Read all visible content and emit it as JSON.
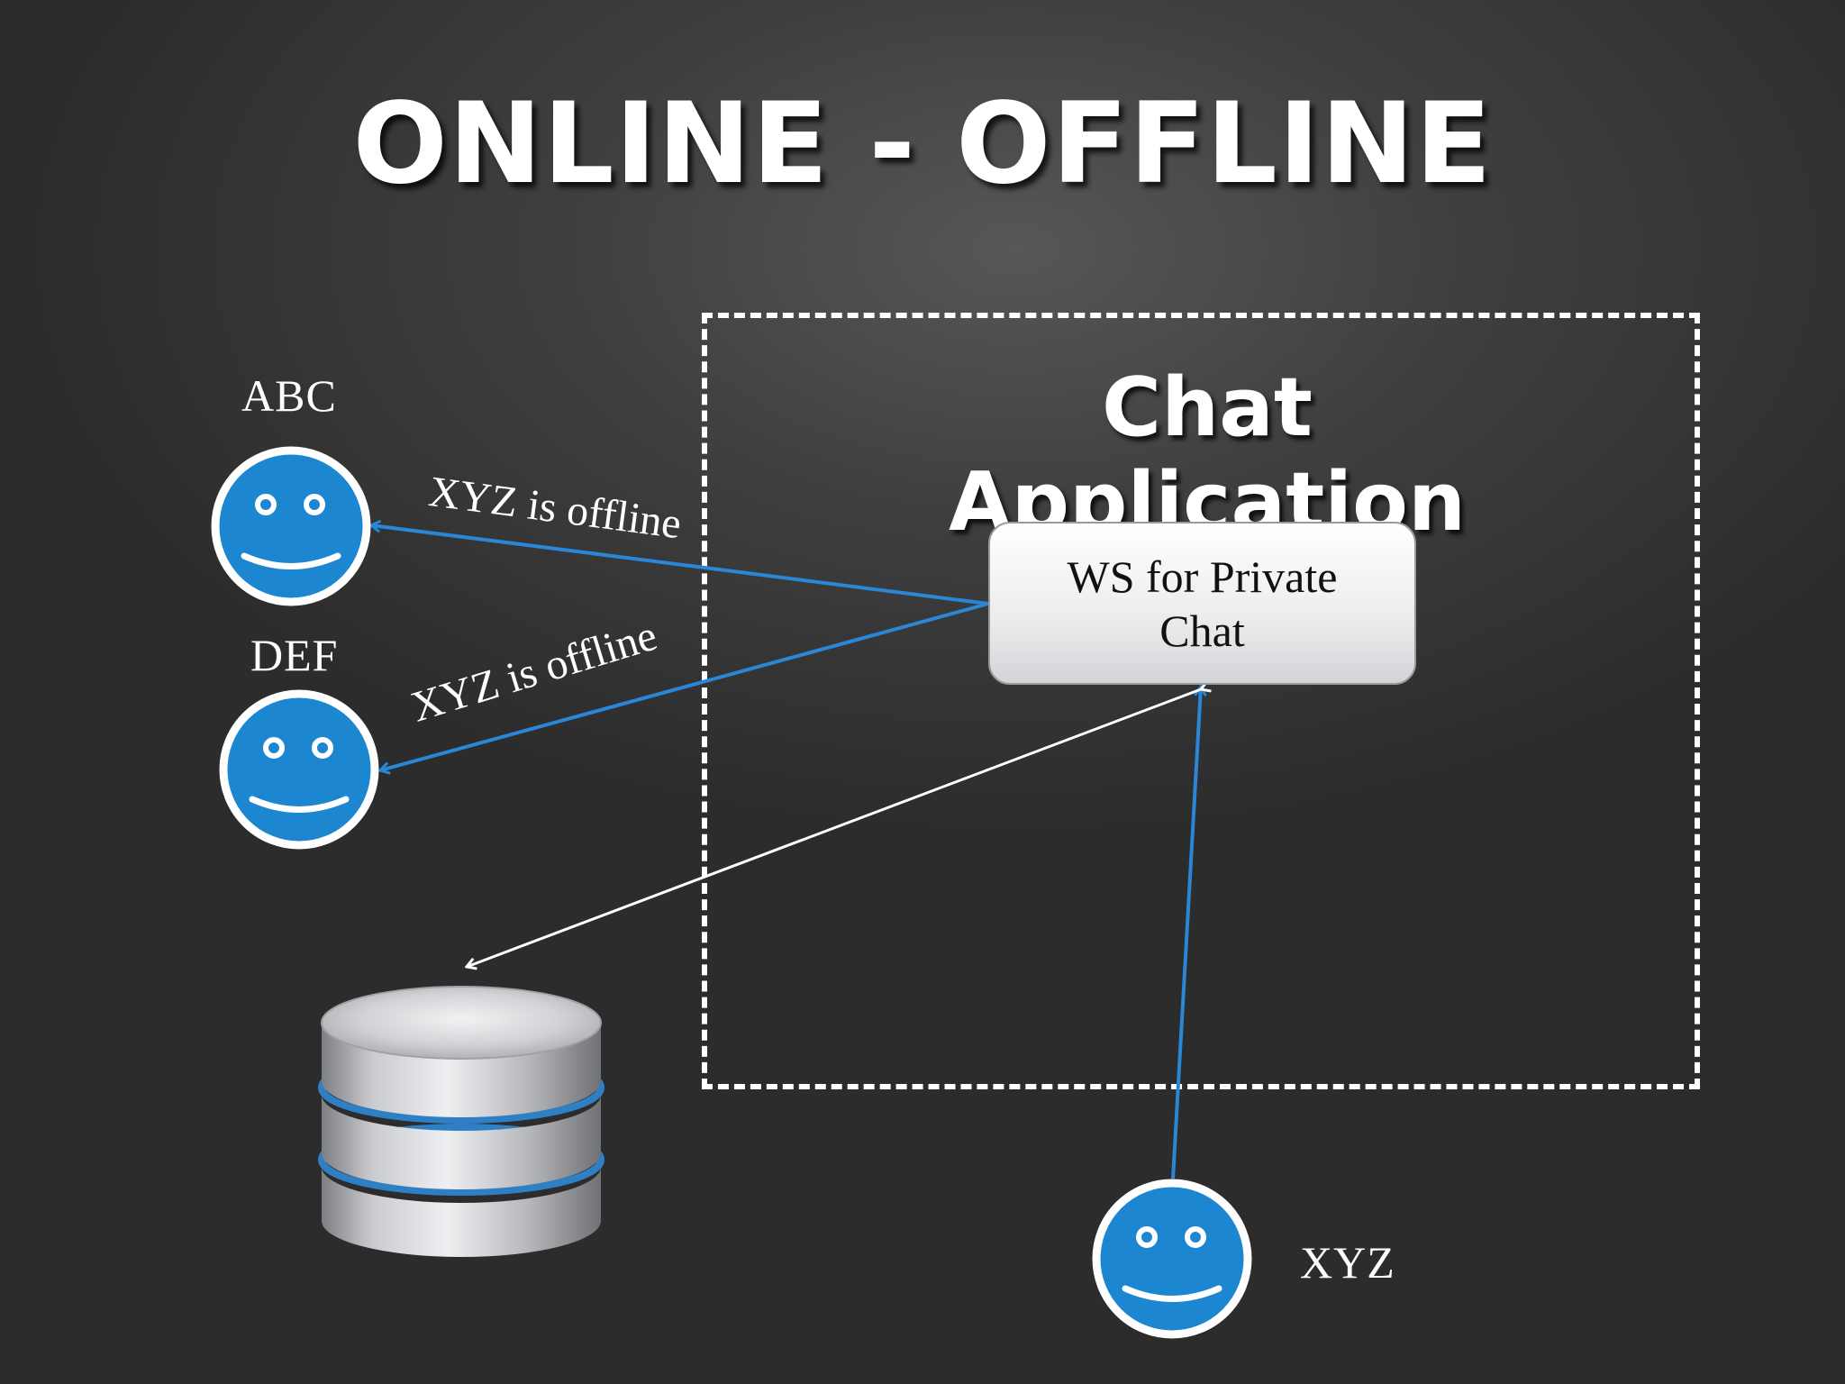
{
  "title": "ONLINE - OFFLINE",
  "boundary": {
    "title": "Chat Application"
  },
  "server": {
    "label_line1": "WS for Private",
    "label_line2": "Chat"
  },
  "users": {
    "abc": {
      "name": "ABC"
    },
    "def": {
      "name": "DEF"
    },
    "xyz": {
      "name": "XYZ"
    }
  },
  "messages": {
    "to_abc": "XYZ is offline",
    "to_def": "XYZ is offline"
  },
  "colors": {
    "user_fill": "#1d86d0",
    "arrow_blue": "#2a86d6",
    "arrow_white": "#ffffff",
    "ws_box": "#ececee",
    "background": "#3f3f40"
  },
  "icons": {
    "user": "smiley-face-icon",
    "store": "database-icon"
  }
}
